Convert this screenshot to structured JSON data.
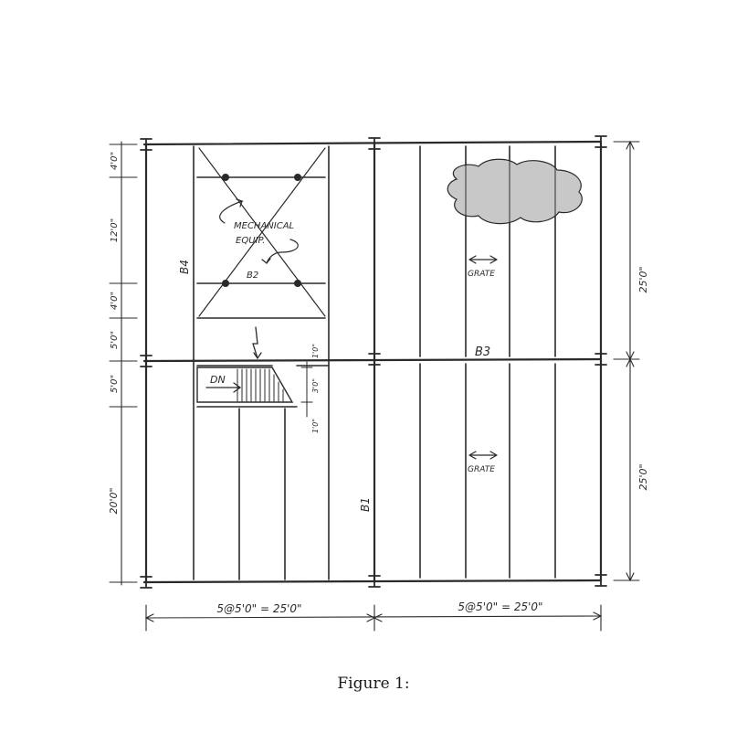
{
  "figure": {
    "caption": "Figure 1:"
  },
  "plan": {
    "labels": {
      "mechanical_equip_line1": "MECHANICAL",
      "mechanical_equip_line2": "EQUIP.",
      "beam_b1": "B1",
      "beam_b2": "B2",
      "beam_b3": "B3",
      "beam_b4": "B4",
      "grate_upper": "GRATE",
      "grate_lower": "GRATE",
      "stair_down": "DN"
    },
    "dimensions": {
      "left_stack": [
        "4'0\"",
        "12'0\"",
        "4'0\"",
        "5'0\"",
        "5'0\"",
        "20'0\""
      ],
      "right_upper": "25'0\"",
      "right_lower": "25'0\"",
      "bottom_left": "5@5'0\" = 25'0\"",
      "bottom_right": "5@5'0\" = 25'0\"",
      "stair_dims": [
        "1'0\"",
        "3'0\"",
        "1'0\""
      ]
    }
  },
  "colors": {
    "ink": "#2a2a2a",
    "paper": "#ffffff",
    "cloud_fill": "#9a9a9a"
  }
}
